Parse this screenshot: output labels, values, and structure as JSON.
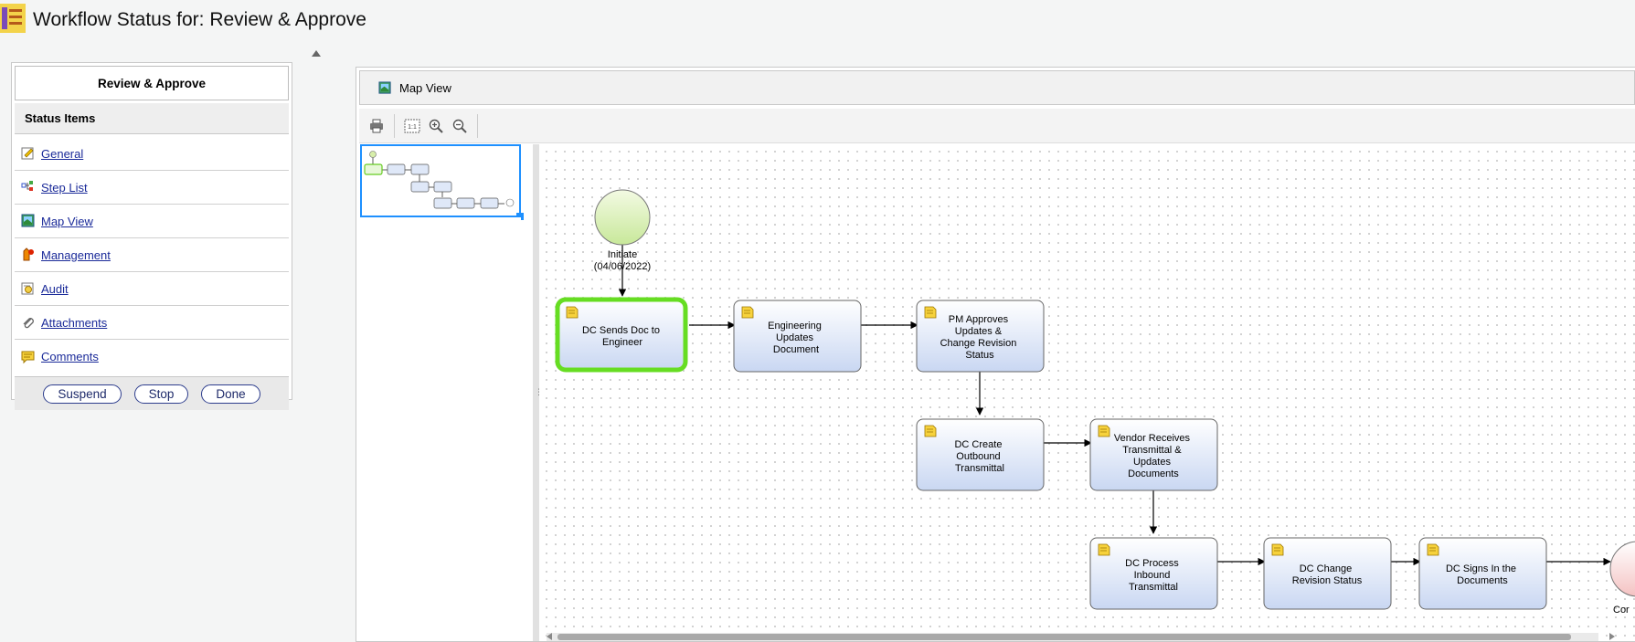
{
  "window": {
    "title": "Workflow Status for: Review & Approve"
  },
  "sidebar": {
    "header": "Review & Approve",
    "section_title": "Status Items",
    "items": [
      {
        "label": "General",
        "icon": "general-icon"
      },
      {
        "label": "Step List",
        "icon": "step-list-icon"
      },
      {
        "label": "Map View",
        "icon": "map-view-icon"
      },
      {
        "label": "Management",
        "icon": "management-icon"
      },
      {
        "label": "Audit",
        "icon": "audit-icon"
      },
      {
        "label": "Attachments",
        "icon": "paperclip-icon"
      },
      {
        "label": "Comments",
        "icon": "comments-icon"
      }
    ],
    "actions": {
      "suspend": "Suspend",
      "stop": "Stop",
      "done": "Done"
    }
  },
  "map": {
    "title": "Map View",
    "toolbar": [
      "print-icon",
      "actual-size-icon",
      "zoom-in-icon",
      "zoom-out-icon"
    ],
    "colors": {
      "node_fill_top": "#ffffff",
      "node_fill_bottom": "#c9d7f2",
      "active_border": "#66dd22",
      "start_fill": "#d7eeaa"
    },
    "start": {
      "label": "Initiate",
      "date": "(04/06/2022)"
    },
    "end": {
      "label_partial": "Cor"
    },
    "nodes": {
      "n1": "DC Sends Doc to Engineer",
      "n2": "Engineering Updates Document",
      "n3": "PM Approves Updates & Change Revision Status",
      "n4": "DC Create Outbound Transmittal",
      "n5": "Vendor Receives Transmittal & Updates Documents",
      "n6": "DC Process Inbound Transmittal",
      "n7": "DC Change Revision Status",
      "n8": "DC Signs In the Documents"
    },
    "active_node": "n1"
  }
}
